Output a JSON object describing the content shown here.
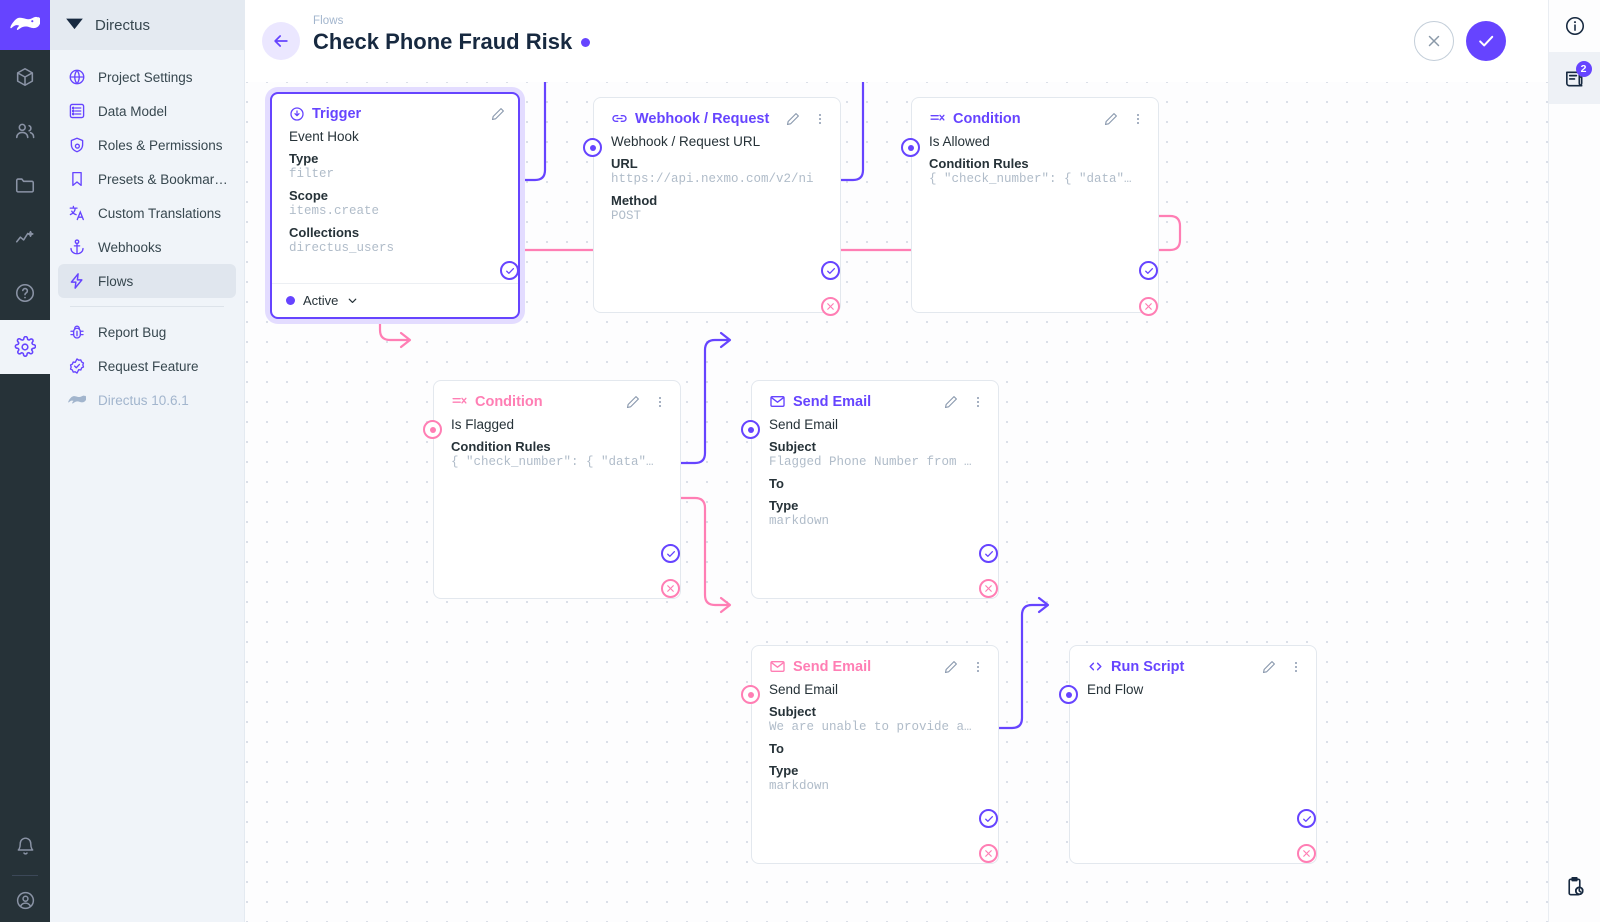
{
  "rail": {
    "logo_icon": "directus-rabbit-logo",
    "items": [
      {
        "name": "content",
        "icon": "box-icon"
      },
      {
        "name": "users",
        "icon": "people-icon"
      },
      {
        "name": "files",
        "icon": "folder-icon"
      },
      {
        "name": "insights",
        "icon": "analytics-icon"
      },
      {
        "name": "docs",
        "icon": "question-circle-icon"
      },
      {
        "name": "settings",
        "icon": "gear-icon",
        "active": true
      }
    ],
    "bottom": [
      {
        "name": "notifications",
        "icon": "bell-icon"
      },
      {
        "name": "account",
        "icon": "user-circle-icon"
      }
    ]
  },
  "sidebar": {
    "title": "Directus",
    "logo_icon": "directus-diamond-icon",
    "items": [
      {
        "label": "Project Settings",
        "icon": "globe-icon"
      },
      {
        "label": "Data Model",
        "icon": "list-box-icon"
      },
      {
        "label": "Roles & Permissions",
        "icon": "shield-user-icon"
      },
      {
        "label": "Presets & Bookmar…",
        "icon": "bookmark-icon"
      },
      {
        "label": "Custom Translations",
        "icon": "translate-icon"
      },
      {
        "label": "Webhooks",
        "icon": "anchor-icon"
      },
      {
        "label": "Flows",
        "icon": "bolt-icon",
        "selected": true
      }
    ],
    "footer_items": [
      {
        "label": "Report Bug",
        "icon": "bug-icon"
      },
      {
        "label": "Request Feature",
        "icon": "check-badge-icon"
      }
    ],
    "version": "Directus 10.6.1",
    "version_icon": "rabbit-icon"
  },
  "header": {
    "back_icon": "arrow-left-icon",
    "breadcrumb": "Flows",
    "title": "Check Phone Fraud Risk",
    "status_dot_color": "#6644ff",
    "cancel_icon": "close-icon",
    "save_icon": "check-icon"
  },
  "rightbar": {
    "items": [
      {
        "name": "info",
        "icon": "info-circle-icon",
        "badge": null
      },
      {
        "name": "logs",
        "icon": "logs-icon",
        "badge": "2"
      }
    ],
    "bottom": [
      {
        "name": "activity",
        "icon": "clipboard-clock-icon"
      }
    ]
  },
  "colors": {
    "accent": "#6644ff",
    "reject": "#ff7eb4",
    "canvas": "#fdfdfe",
    "sidebar": "#f0f4f9",
    "rail": "#263238"
  },
  "flow": {
    "nodes": [
      {
        "id": "trigger",
        "type": "Trigger",
        "type_icon": "trigger-icon",
        "accent": "purple",
        "selected": true,
        "name": "Event Hook",
        "fields": [
          {
            "key": "Type",
            "value": "filter"
          },
          {
            "key": "Scope",
            "value": "items.create"
          },
          {
            "key": "Collections",
            "value": "directus_users"
          }
        ],
        "footer": {
          "status": "Active",
          "chevron_icon": "chevron-down-icon"
        },
        "has_edit": true,
        "has_menu": false,
        "has_input_port": false
      },
      {
        "id": "webhook",
        "type": "Webhook / Request U",
        "type_icon": "link-icon",
        "accent": "purple",
        "name": "Webhook / Request URL",
        "fields": [
          {
            "key": "URL",
            "value": "https://api.nexmo.com/v2/ni"
          },
          {
            "key": "Method",
            "value": "POST"
          }
        ],
        "has_edit": true,
        "has_menu": true,
        "has_input_port": true
      },
      {
        "id": "condition-allowed",
        "type": "Condition",
        "type_icon": "condition-icon",
        "accent": "purple",
        "name": "Is Allowed",
        "fields": [
          {
            "key": "Condition Rules",
            "value": "{ \"check_number\": { \"data\"…"
          }
        ],
        "has_edit": true,
        "has_menu": true,
        "has_input_port": true
      },
      {
        "id": "condition-flagged",
        "type": "Condition",
        "type_icon": "condition-icon",
        "accent": "pink",
        "name": "Is Flagged",
        "fields": [
          {
            "key": "Condition Rules",
            "value": "{ \"check_number\": { \"data\"…"
          }
        ],
        "has_edit": true,
        "has_menu": true,
        "has_input_port": true
      },
      {
        "id": "send-email-flagged",
        "type": "Send Email",
        "type_icon": "mail-icon",
        "accent": "purple",
        "name": "Send Email",
        "fields": [
          {
            "key": "Subject",
            "value": "Flagged Phone Number from …"
          },
          {
            "key": "To",
            "value": ""
          },
          {
            "key": "Type",
            "value": "markdown"
          }
        ],
        "has_edit": true,
        "has_menu": true,
        "has_input_port": true
      },
      {
        "id": "send-email-unable",
        "type": "Send Email",
        "type_icon": "mail-icon",
        "accent": "pink",
        "name": "Send Email",
        "fields": [
          {
            "key": "Subject",
            "value": "We are unable to provide a…"
          },
          {
            "key": "To",
            "value": ""
          },
          {
            "key": "Type",
            "value": "markdown"
          }
        ],
        "has_edit": true,
        "has_menu": true,
        "has_input_port": true
      },
      {
        "id": "run-script",
        "type": "Run Script",
        "type_icon": "code-icon",
        "accent": "purple",
        "name": "End Flow",
        "fields": [],
        "has_edit": true,
        "has_menu": true,
        "has_input_port": true
      }
    ],
    "edges": [
      {
        "from": "trigger",
        "port": "resolve",
        "to": "webhook"
      },
      {
        "from": "webhook",
        "port": "resolve",
        "to": "condition-allowed"
      },
      {
        "from": "condition-allowed",
        "port": "reject",
        "to": "condition-flagged"
      },
      {
        "from": "condition-flagged",
        "port": "resolve",
        "to": "send-email-flagged"
      },
      {
        "from": "condition-flagged",
        "port": "reject",
        "to": "send-email-unable"
      },
      {
        "from": "send-email-unable",
        "port": "resolve",
        "to": "run-script"
      }
    ]
  }
}
